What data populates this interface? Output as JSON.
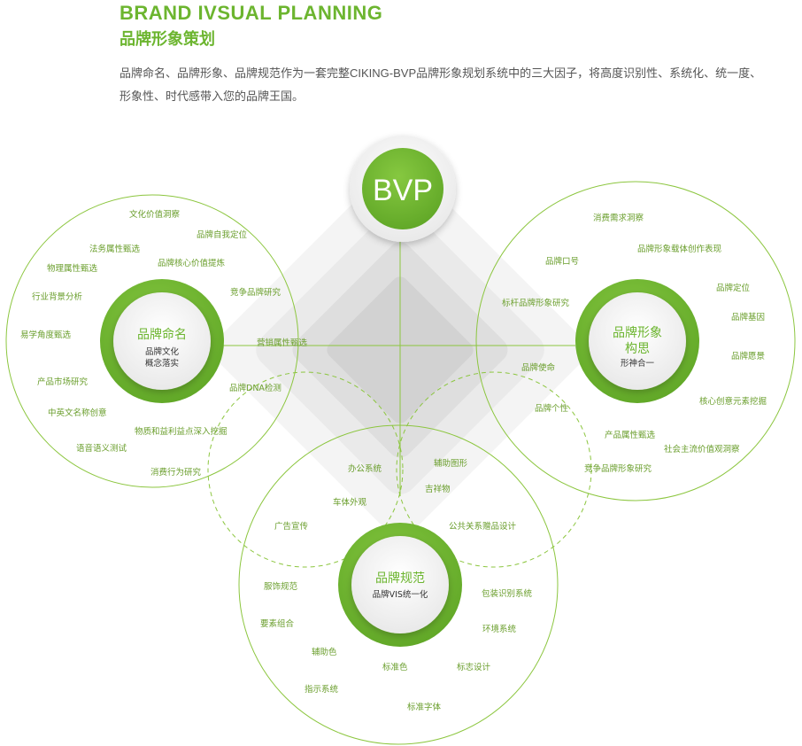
{
  "header": {
    "title_en": "BRAND IVSUAL PLANNING",
    "title_cn": "品牌形象策划",
    "intro": "品牌命名、品牌形象、品牌规范作为一套完整CIKING-BVP品牌形象规划系统中的三大因子，将高度识别性、系统化、统一度、形象性、时代感带入您的品牌王国。"
  },
  "diagram": {
    "center": {
      "label": "BVP"
    },
    "naming": {
      "title": "品牌命名",
      "sub1": "品牌文化",
      "sub2": "概念落实",
      "items": [
        "文化价值洞察",
        "品牌自我定位",
        "法务属性甄选",
        "物理属性甄选",
        "品牌核心价值提炼",
        "竞争品牌研究",
        "行业背景分析",
        "易学角度甄选",
        "营销属性甄选",
        "产品市场研究",
        "品牌DNA检测",
        "中英文名称创意",
        "物质和益利益点深入挖掘",
        "语音语义测试",
        "消费行为研究"
      ]
    },
    "image": {
      "title1": "品牌形象",
      "title2": "构思",
      "sub": "形神合一",
      "items": [
        "消费需求洞察",
        "品牌形象载体创作表现",
        "品牌口号",
        "品牌定位",
        "标杆品牌形象研究",
        "品牌基因",
        "品牌愿景",
        "品牌使命",
        "品牌个性",
        "核心创意元素挖掘",
        "产品属性甄选",
        "社会主流价值观洞察",
        "竞争品牌形象研究"
      ]
    },
    "standard": {
      "title": "品牌规范",
      "sub": "品牌VIS统一化",
      "items": [
        "办公系统",
        "辅助图形",
        "吉祥物",
        "车体外观",
        "广告宣传",
        "公共关系赠品设计",
        "服饰规范",
        "包装识别系统",
        "要素组合",
        "环境系统",
        "辅助色",
        "标准色",
        "标志设计",
        "指示系统",
        "标准字体"
      ]
    }
  },
  "colors": {
    "accent": "#6cb52f",
    "text": "#555555",
    "line": "#8cc63f"
  }
}
